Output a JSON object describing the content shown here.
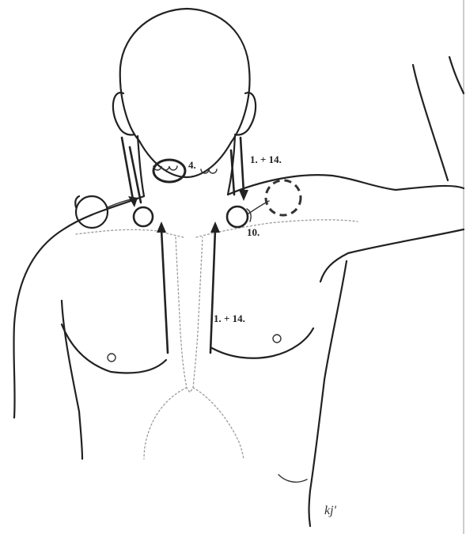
{
  "labels": {
    "point_4": "4.",
    "point_1_14_upper": "1. + 14.",
    "point_10": "10.",
    "point_1_14_chest": "1. + 14."
  },
  "signature": "kj'",
  "colors": {
    "ink": "#222222",
    "guide_lines": "#9a9a9a",
    "background": "#ffffff"
  }
}
